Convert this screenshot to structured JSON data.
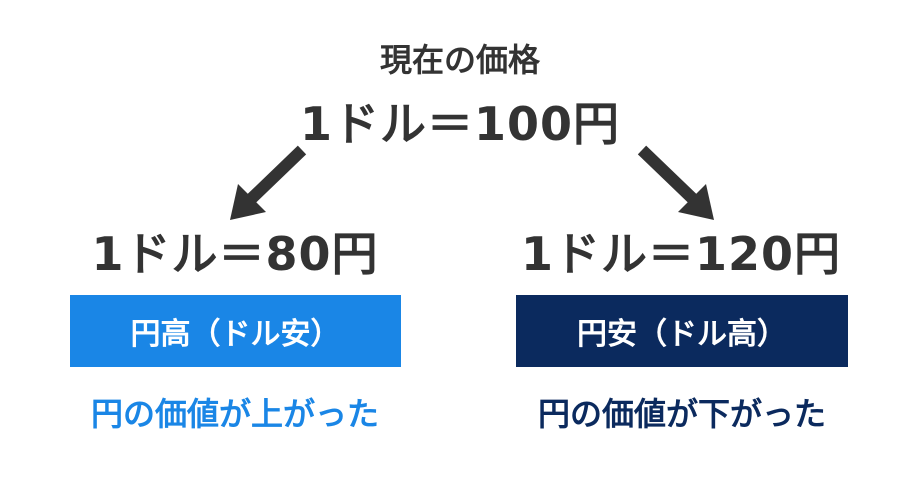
{
  "colors": {
    "text": "#333333",
    "yen_strong_blue": "#1a86e6",
    "yen_weak_navy": "#0b2a5e",
    "arrow": "#333333"
  },
  "current": {
    "label": "現在の価格",
    "rate": "1ドル＝100円"
  },
  "left": {
    "rate": "1ドル＝80円",
    "badge": "円高（ドル安）",
    "result": "円の価値が上がった"
  },
  "right": {
    "rate": "1ドル＝120円",
    "badge": "円安（ドル高）",
    "result": "円の価値が下がった"
  },
  "icons": {
    "left_arrow": "arrow-down-left-icon",
    "right_arrow": "arrow-down-right-icon"
  }
}
